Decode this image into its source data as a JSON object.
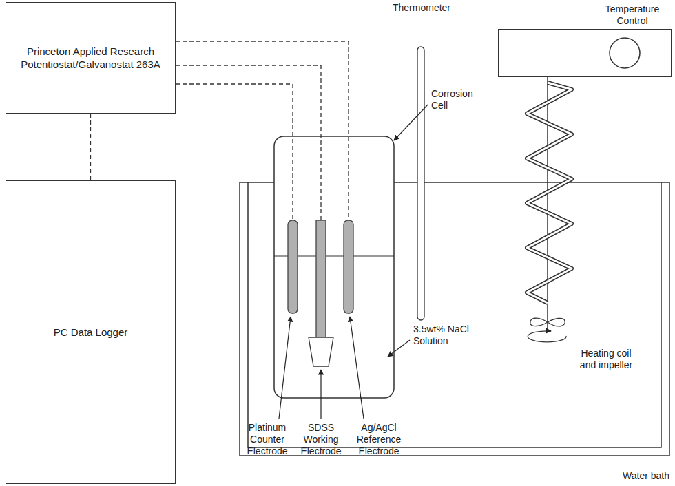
{
  "diagram": {
    "nodes": [
      {
        "text": [
          "Princeton Applied Research Potentiostat/Galvanostat 263A"
        ]
      },
      {
        "text": [
          "PC Data Logger"
        ]
      },
      {
        "text": [
          "Temperature Control"
        ]
      }
    ],
    "edges": [
      {
        "from": 0,
        "to": 1,
        "arrow": "none"
      }
    ],
    "labels": [
      "Thermometer",
      "Corrosion Cell",
      "3.5wt% NaCl Solution",
      "Platinum Counter Electrode",
      "SDSS Working Electrode",
      "Ag/AgCl Reference Electrode",
      "Heating coil and impeller",
      "Water bath"
    ]
  }
}
